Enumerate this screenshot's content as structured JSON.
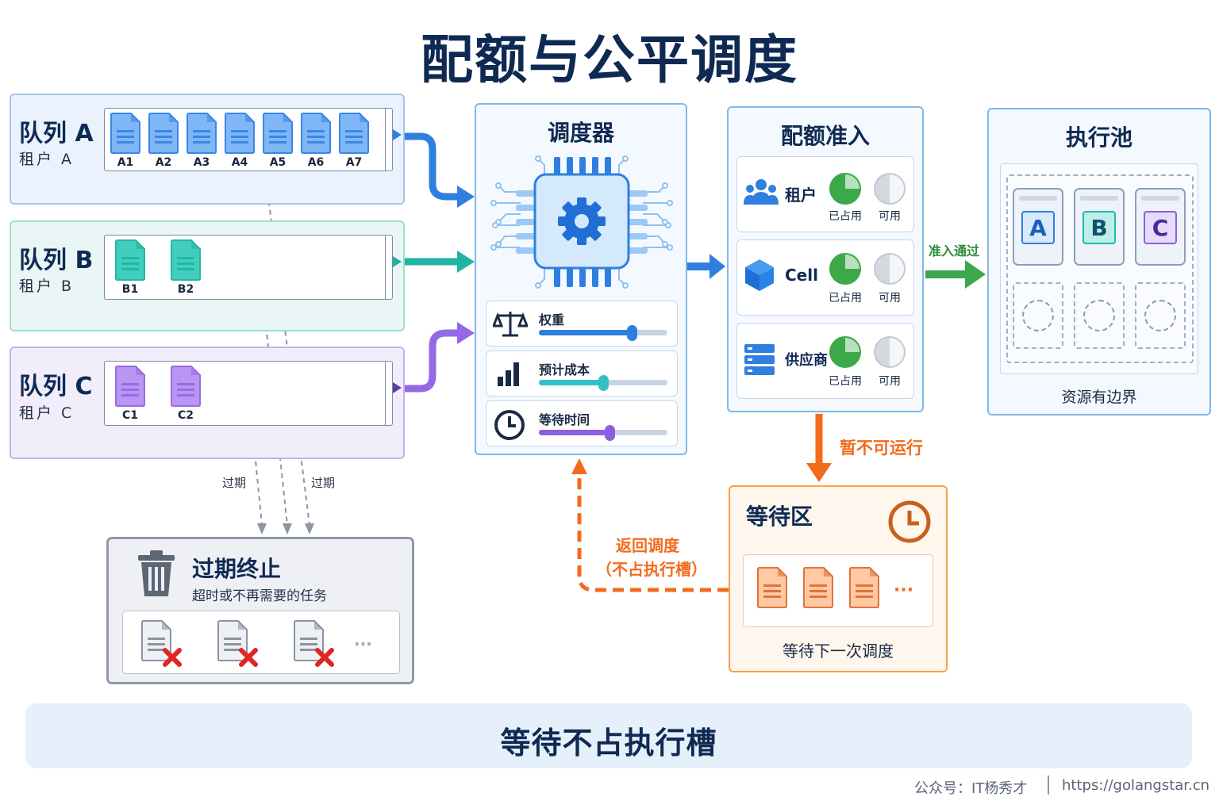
{
  "title": "配额与公平调度",
  "queues": [
    {
      "name": "队列 A",
      "tenant": "租户 A",
      "color": "#3a86e8",
      "jobs": [
        "A1",
        "A2",
        "A3",
        "A4",
        "A5",
        "A6",
        "A7"
      ]
    },
    {
      "name": "队列 B",
      "tenant": "租户 B",
      "color": "#20b8a8",
      "jobs": [
        "B1",
        "B2"
      ]
    },
    {
      "name": "队列 C",
      "tenant": "租户 C",
      "color": "#9a6ae6",
      "jobs": [
        "C1",
        "C2"
      ]
    }
  ],
  "expire_labels": [
    "过期",
    "过期"
  ],
  "expired": {
    "title": "过期终止",
    "subtitle": "超时或不再需要的任务",
    "more": "···",
    "icon": "trash-icon"
  },
  "scheduler": {
    "title": "调度器",
    "icon": "cpu-gear-icon",
    "factors": [
      {
        "label": "权重",
        "icon": "scale-icon",
        "level": 0.72,
        "color": "#2f7fe0"
      },
      {
        "label": "预计成本",
        "icon": "bar-chart-icon",
        "level": 0.5,
        "color": "#34c0c8"
      },
      {
        "label": "等待时间",
        "icon": "clock-icon",
        "level": 0.55,
        "color": "#8b5fe0"
      }
    ]
  },
  "quota": {
    "title": "配额准入",
    "rows": [
      {
        "name": "租户",
        "icon": "users-icon",
        "used_label": "已占用",
        "free_label": "可用"
      },
      {
        "name": "Cell",
        "icon": "cube-icon",
        "used_label": "已占用",
        "free_label": "可用"
      },
      {
        "name": "供应商",
        "icon": "server-icon",
        "used_label": "已占用",
        "free_label": "可用"
      }
    ],
    "used_color": "#3ca84a",
    "free_color": "#d4d9e1"
  },
  "admit_label": "准入通过",
  "pool": {
    "title": "执行池",
    "slots": [
      {
        "label": "A",
        "color": "#2f7fe0"
      },
      {
        "label": "B",
        "color": "#20b8a8"
      },
      {
        "label": "C",
        "color": "#8b5fe0"
      }
    ],
    "footer": "资源有边界"
  },
  "blocked_label": "暂不可运行",
  "waiting": {
    "title": "等待区",
    "icon": "clock-icon",
    "more": "···",
    "footer": "等待下一次调度"
  },
  "return_label": [
    "返回调度",
    "（不占执行槽）"
  ],
  "bottom_banner": "等待不占执行槽",
  "footer": {
    "account": "公众号：IT杨秀才",
    "url": "https://golangstar.cn"
  }
}
